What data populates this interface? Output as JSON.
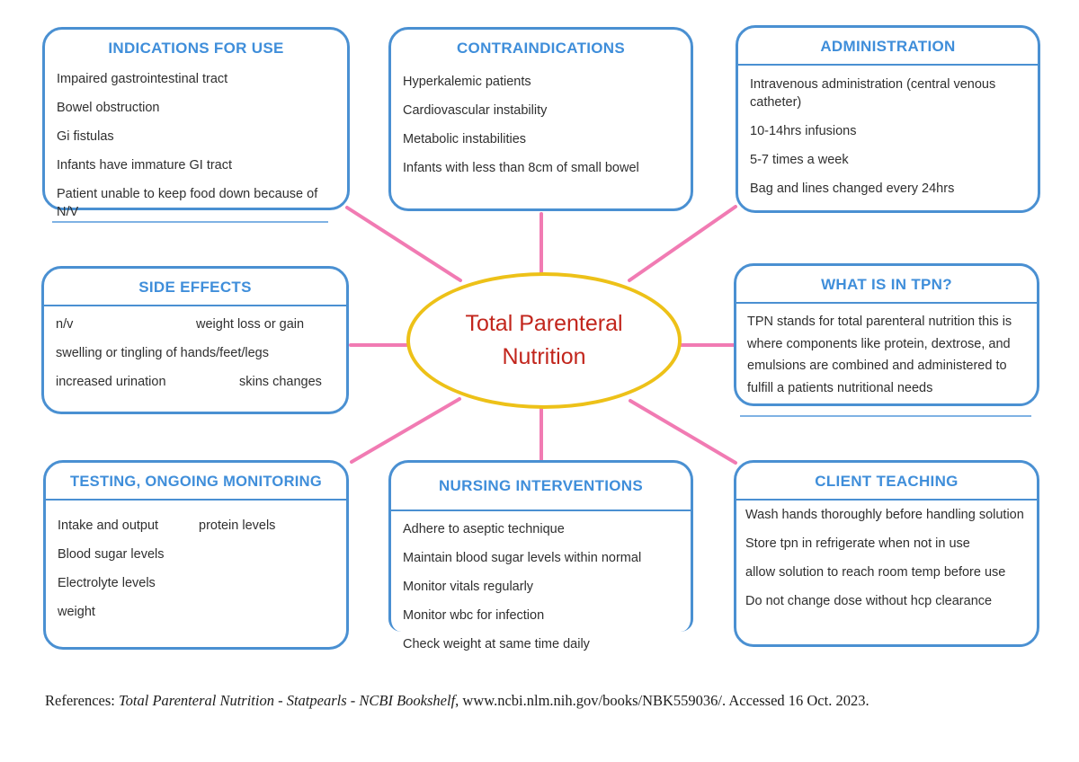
{
  "center": {
    "label_line1": "Total Parenteral",
    "label_line2": "Nutrition"
  },
  "boxes": {
    "indications": {
      "title": "INDICATIONS FOR USE",
      "items": [
        "Impaired gastrointestinal tract",
        "Bowel obstruction",
        "Gi fistulas",
        "Infants have immature GI tract",
        "Patient unable to keep food down because of N/V"
      ]
    },
    "contraindications": {
      "title": "CONTRAINDICATIONS",
      "items": [
        "Hyperkalemic patients",
        "Cardiovascular instability",
        "Metabolic instabilities",
        "Infants with less than 8cm of small bowel"
      ]
    },
    "administration": {
      "title": "ADMINISTRATION",
      "items": [
        "Intravenous administration (central venous catheter)",
        "10-14hrs infusions",
        "5-7 times a week",
        "Bag and lines changed every 24hrs"
      ]
    },
    "side_effects": {
      "title": "SIDE EFFECTS",
      "items": [
        "n/v",
        "weight loss or gain",
        "swelling or tingling of hands/feet/legs",
        "increased urination",
        "skins changes"
      ]
    },
    "what_is_in_tpn": {
      "title": "WHAT IS IN TPN?",
      "body": "TPN stands for total parenteral nutrition this is where components like protein, dextrose, and emulsions are combined and administered to fulfill a patients nutritional needs"
    },
    "testing": {
      "title": "TESTING, ONGOING MONITORING",
      "items": [
        "Intake and output",
        "protein levels",
        "Blood sugar levels",
        "Electrolyte levels",
        "weight"
      ]
    },
    "nursing": {
      "title": "NURSING INTERVENTIONS",
      "items": [
        "Adhere to aseptic technique",
        "Maintain blood sugar levels within normal",
        "Monitor vitals regularly",
        "Monitor wbc for infection",
        "Check weight at same time daily"
      ]
    },
    "client_teaching": {
      "title": "CLIENT TEACHING",
      "items": [
        "Wash hands thoroughly before handling solution",
        "Store tpn in refrigerate when not in use",
        "allow solution to reach room temp before use",
        "Do not change dose without hcp clearance"
      ]
    }
  },
  "references": {
    "prefix": "References: ",
    "source_title": "Total Parenteral Nutrition - Statpearls - NCBI Bookshelf",
    "detail": ", www.ncbi.nlm.nih.gov/books/NBK559036/. Accessed 16 Oct. 2023."
  },
  "colors": {
    "box_border_blue": "#4a90d2",
    "title_blue": "#3f8eda",
    "connector_pink": "#f17bb3",
    "ellipse_yellow": "#edc118",
    "center_text_red": "#c2251c",
    "body_text": "#2f2f2f"
  }
}
